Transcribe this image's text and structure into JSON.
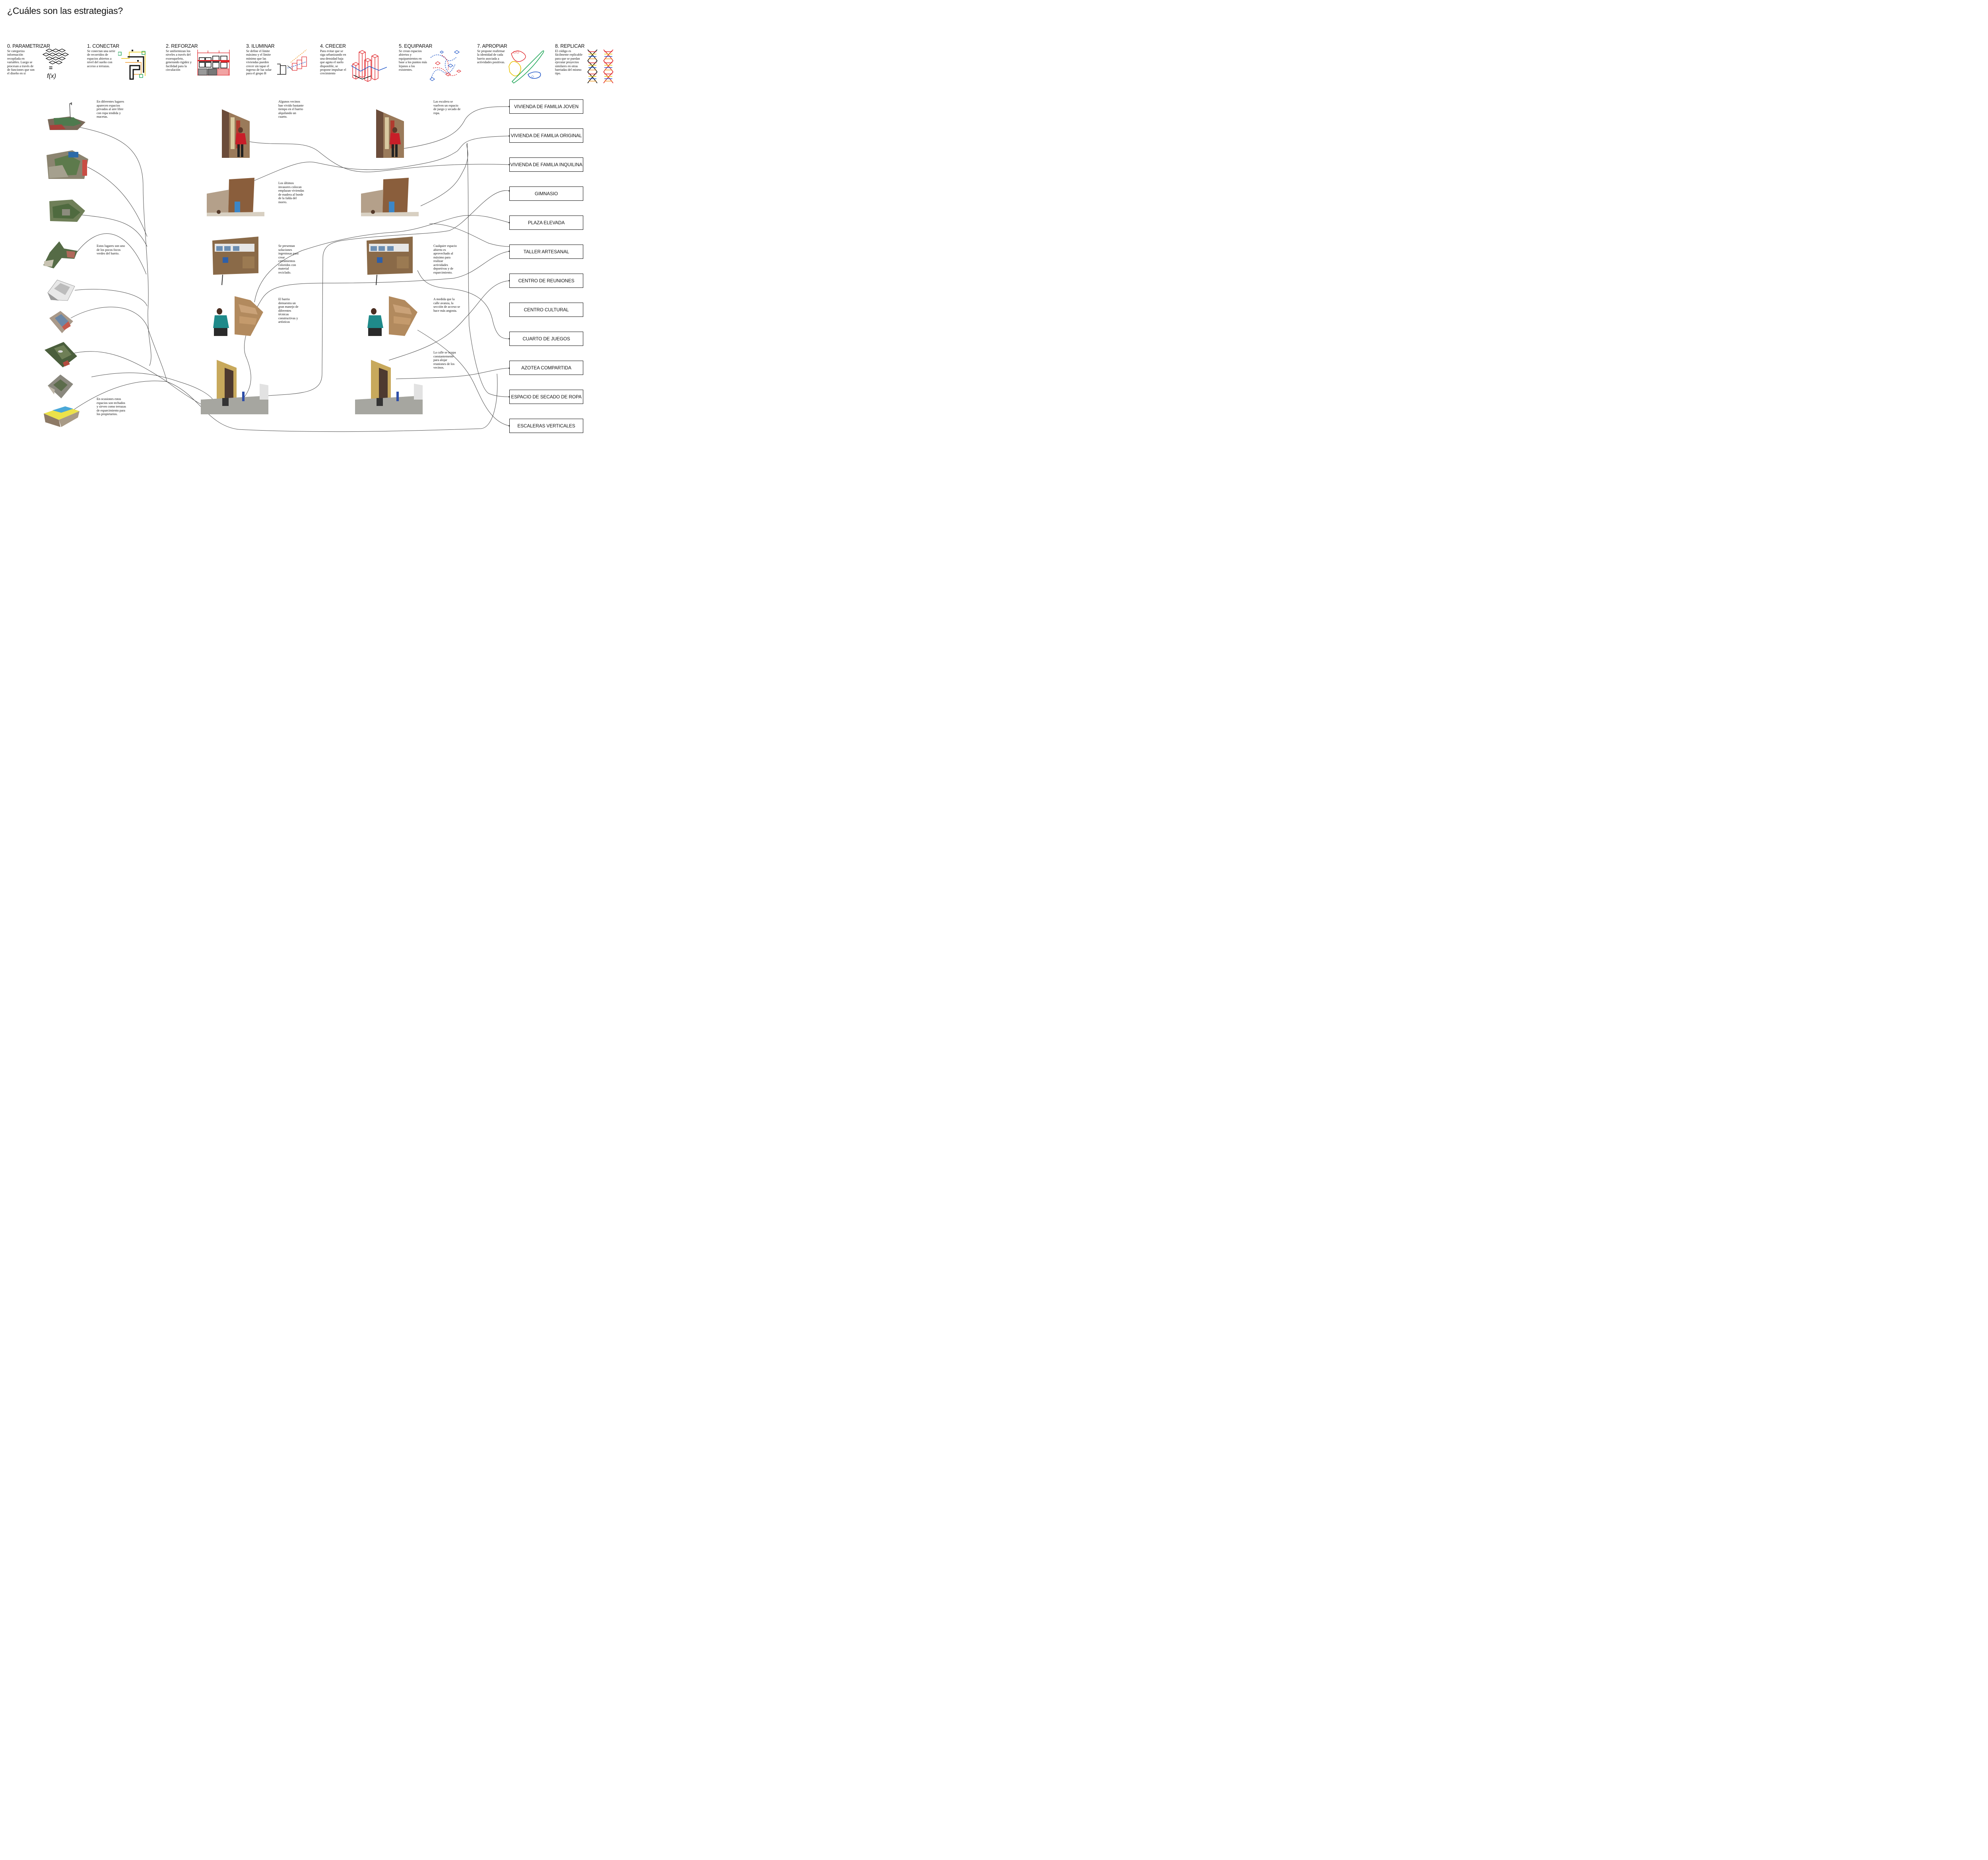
{
  "page": {
    "title": "¿Cuáles son las estrategias?"
  },
  "strategies": [
    {
      "title": "0. PARAMETRIZAR",
      "desc": "Se categoriza información recopilada en variables. Luego se procesan a través de de funciones que son el diseño en sí",
      "icon": "parametrize-grid-icon",
      "formula_eq": "=",
      "formula": "f(x)"
    },
    {
      "title": "1. CONECTAR",
      "desc": "Se conectan una serie de recorridos de espacios abiertos a nivel del sueño con acceso a terrazas.",
      "icon": "connect-paths-icon"
    },
    {
      "title": "2. REFORZAR",
      "desc": "Se uniformizan los niveles a través del exoesqueleto, generando rigidez y facilidad para la circulación",
      "icon": "reinforce-grid-icon"
    },
    {
      "title": "3. ILUMINAR",
      "desc": "Se define el límite máximo y el límite mínimo que las viviendas pueden crecer sin tapar el ingreso de luz solar para el grupo B",
      "icon": "illuminate-volumes-icon"
    },
    {
      "title": "4. CRECER",
      "desc": "Para evitar que se siga urbanizando en una densidad baja que agota el suelo disponible, se propone impulsar el crecimiento",
      "icon": "grow-towers-icon"
    },
    {
      "title": "5. EQUIPARAR",
      "desc": "Se crean espacios abiertos y equipamientos en base a los puntos más lejanos a los existentes.",
      "icon": "equalize-network-icon"
    },
    {
      "title": "7. APROPIAR",
      "desc": "Se propone reafirmar la identidad de cada barrio asociada a actividades positivas.",
      "icon": "appropriate-zones-icon"
    },
    {
      "title": "8. REPLICAR",
      "desc": "El código es fácilmente replicable para que se puedan ejecutar proyectos similares en otras barriadas del mismo tipo.",
      "icon": "replicate-dna-icon"
    }
  ],
  "notes": [
    "En diferentes lugares aparecen espacios privados al aire libre con ropa tendida y macetas.",
    "Estos lugares son uno de los pocos focos verdes del barrio.",
    "En ocasiones estos espacios son techados y sirven como terrazas de esparcimiento para los propietarios.",
    "Algunos vecinos han vivido bastante tiempo en el barrio alquilando un cuarto.",
    "Los últimos invasores colocan emplazan viviendas de madera al borde de la falda del morro.",
    "Se presentan soluciones ingeniosas para crear cerramientos coloridos con material reciclado.",
    "El barrio demuestra un gran manejo de diferentes técnicas constructivas y artísticas",
    "Las escalera se vuelven un espacio de juego y secado de ropa.",
    "Cualquier espacio abierto es aprovechado al máximo para realizar actividades deportivas y de esparcimiento.",
    "A medida que la calle avanza, la sección de acceso se hace más angosta.",
    "La calle se ocupa constantemente para alojar reuniones de los vecinos."
  ],
  "program_boxes": [
    "VIVIENDA DE FAMILIA JOVEN",
    "VIVIENDA DE FAMILIA ORIGINAL",
    "VIVIENDA DE FAMILIA INQUILINA",
    "GIMNASIO",
    "PLAZA ELEVADA",
    "TALLER ARTESANAL",
    "CENTRO DE REUNIONES",
    "CENTRO CULTURAL",
    "CUARTO DE JUEGOS",
    "AZOTEA COMPARTIDA",
    "ESPACIO DE SECADO DE ROPA",
    "ESCALERAS VERTICALES"
  ],
  "colors": {
    "red": "#e0262b",
    "blue": "#1f55c8",
    "yellow": "#e8c200",
    "green": "#22a85a",
    "orange": "#f19a2a",
    "line": "#4a4a4a"
  }
}
